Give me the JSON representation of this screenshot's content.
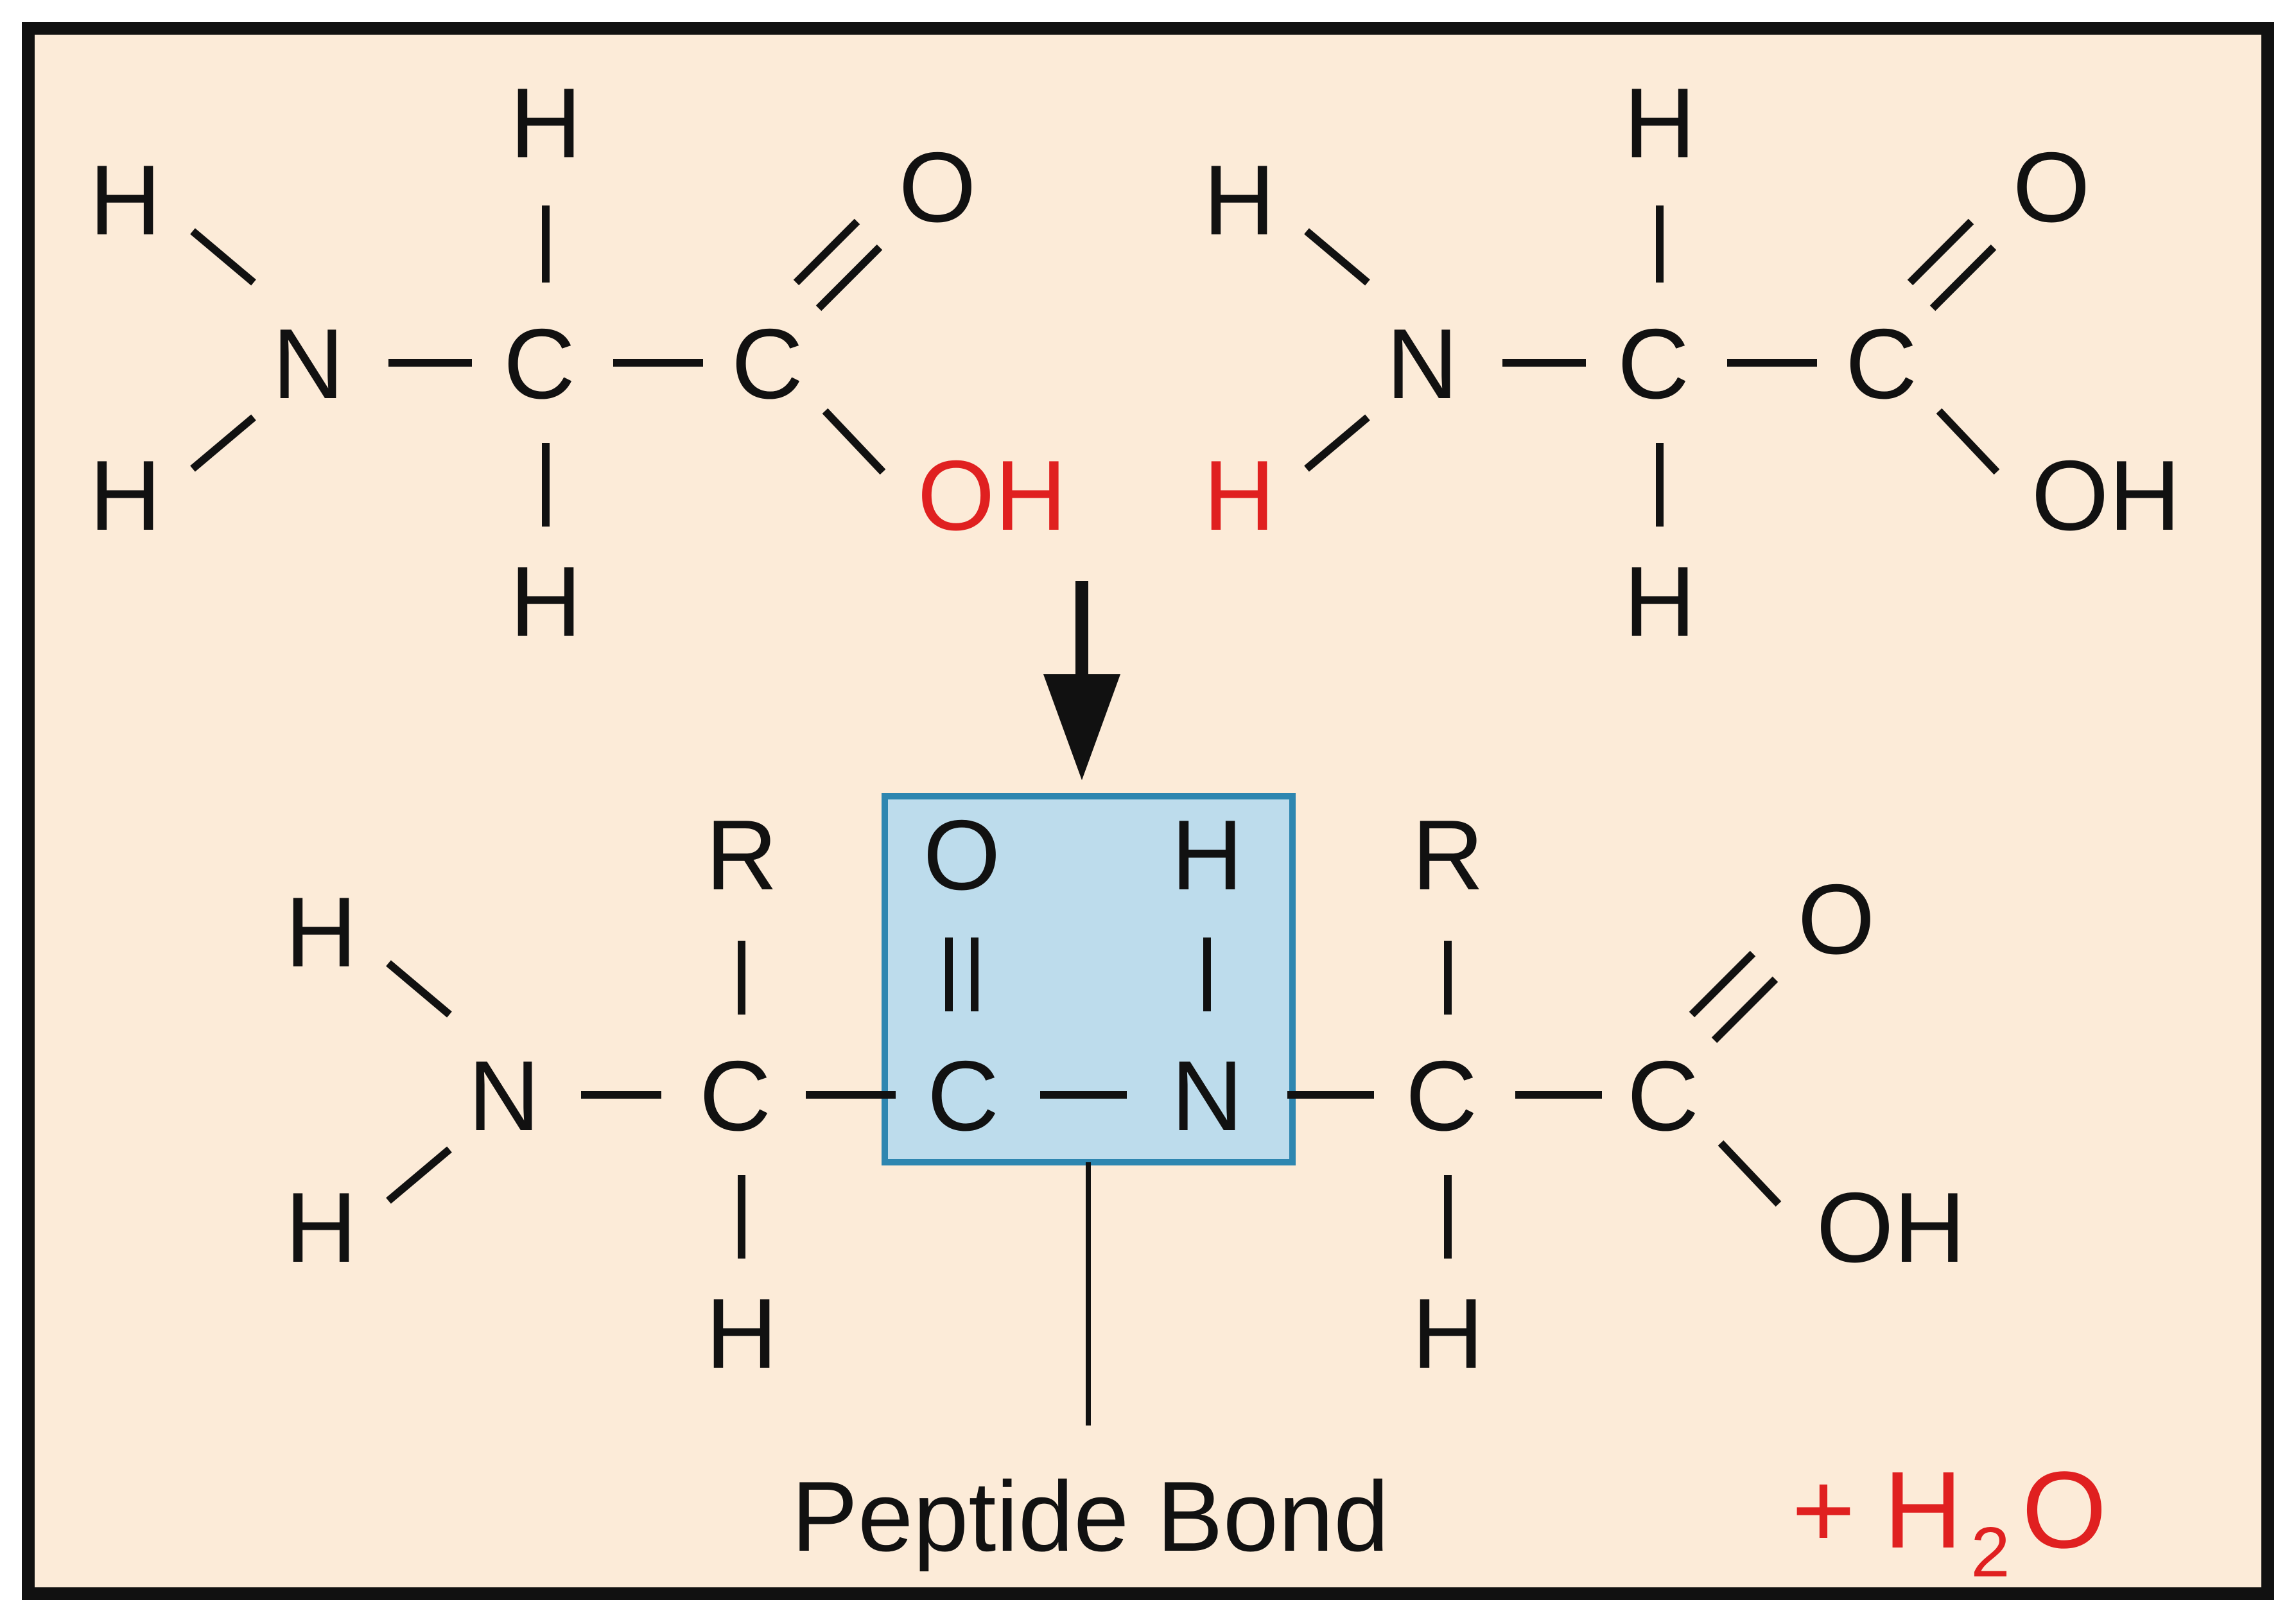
{
  "molecule_1": {
    "n": "N",
    "c_alpha": "C",
    "c_carboxyl": "C",
    "h_amine_top": "H",
    "h_amine_bottom": "H",
    "h_alpha_top": "H",
    "h_alpha_bottom": "H",
    "o_double": "O",
    "oh": "OH"
  },
  "molecule_2": {
    "n": "N",
    "c_alpha": "C",
    "c_carboxyl": "C",
    "h_amine_top": "H",
    "h_amine_bottom": "H",
    "h_alpha_top": "H",
    "h_alpha_bottom": "H",
    "o_double": "O",
    "oh": "OH"
  },
  "dipeptide": {
    "n1": "N",
    "c_alpha1": "C",
    "c_carbonyl": "C",
    "n2": "N",
    "c_alpha2": "C",
    "c_carboxyl": "C",
    "h_amine_top": "H",
    "h_amine_bottom": "H",
    "r1": "R",
    "h_alpha1": "H",
    "o_carbonyl": "O",
    "h_amide": "H",
    "r2": "R",
    "h_alpha2": "H",
    "o_double": "O",
    "oh": "OH"
  },
  "peptide_bond_label": "Peptide Bond",
  "byproduct": {
    "plus": "+",
    "h": "H",
    "subscript": "2",
    "o": "O"
  },
  "colors": {
    "background": "#fcebd8",
    "border": "#111111",
    "highlight_fill": "#bddcec",
    "highlight_border": "#2e86b0",
    "removed_atoms": "#e02020"
  }
}
